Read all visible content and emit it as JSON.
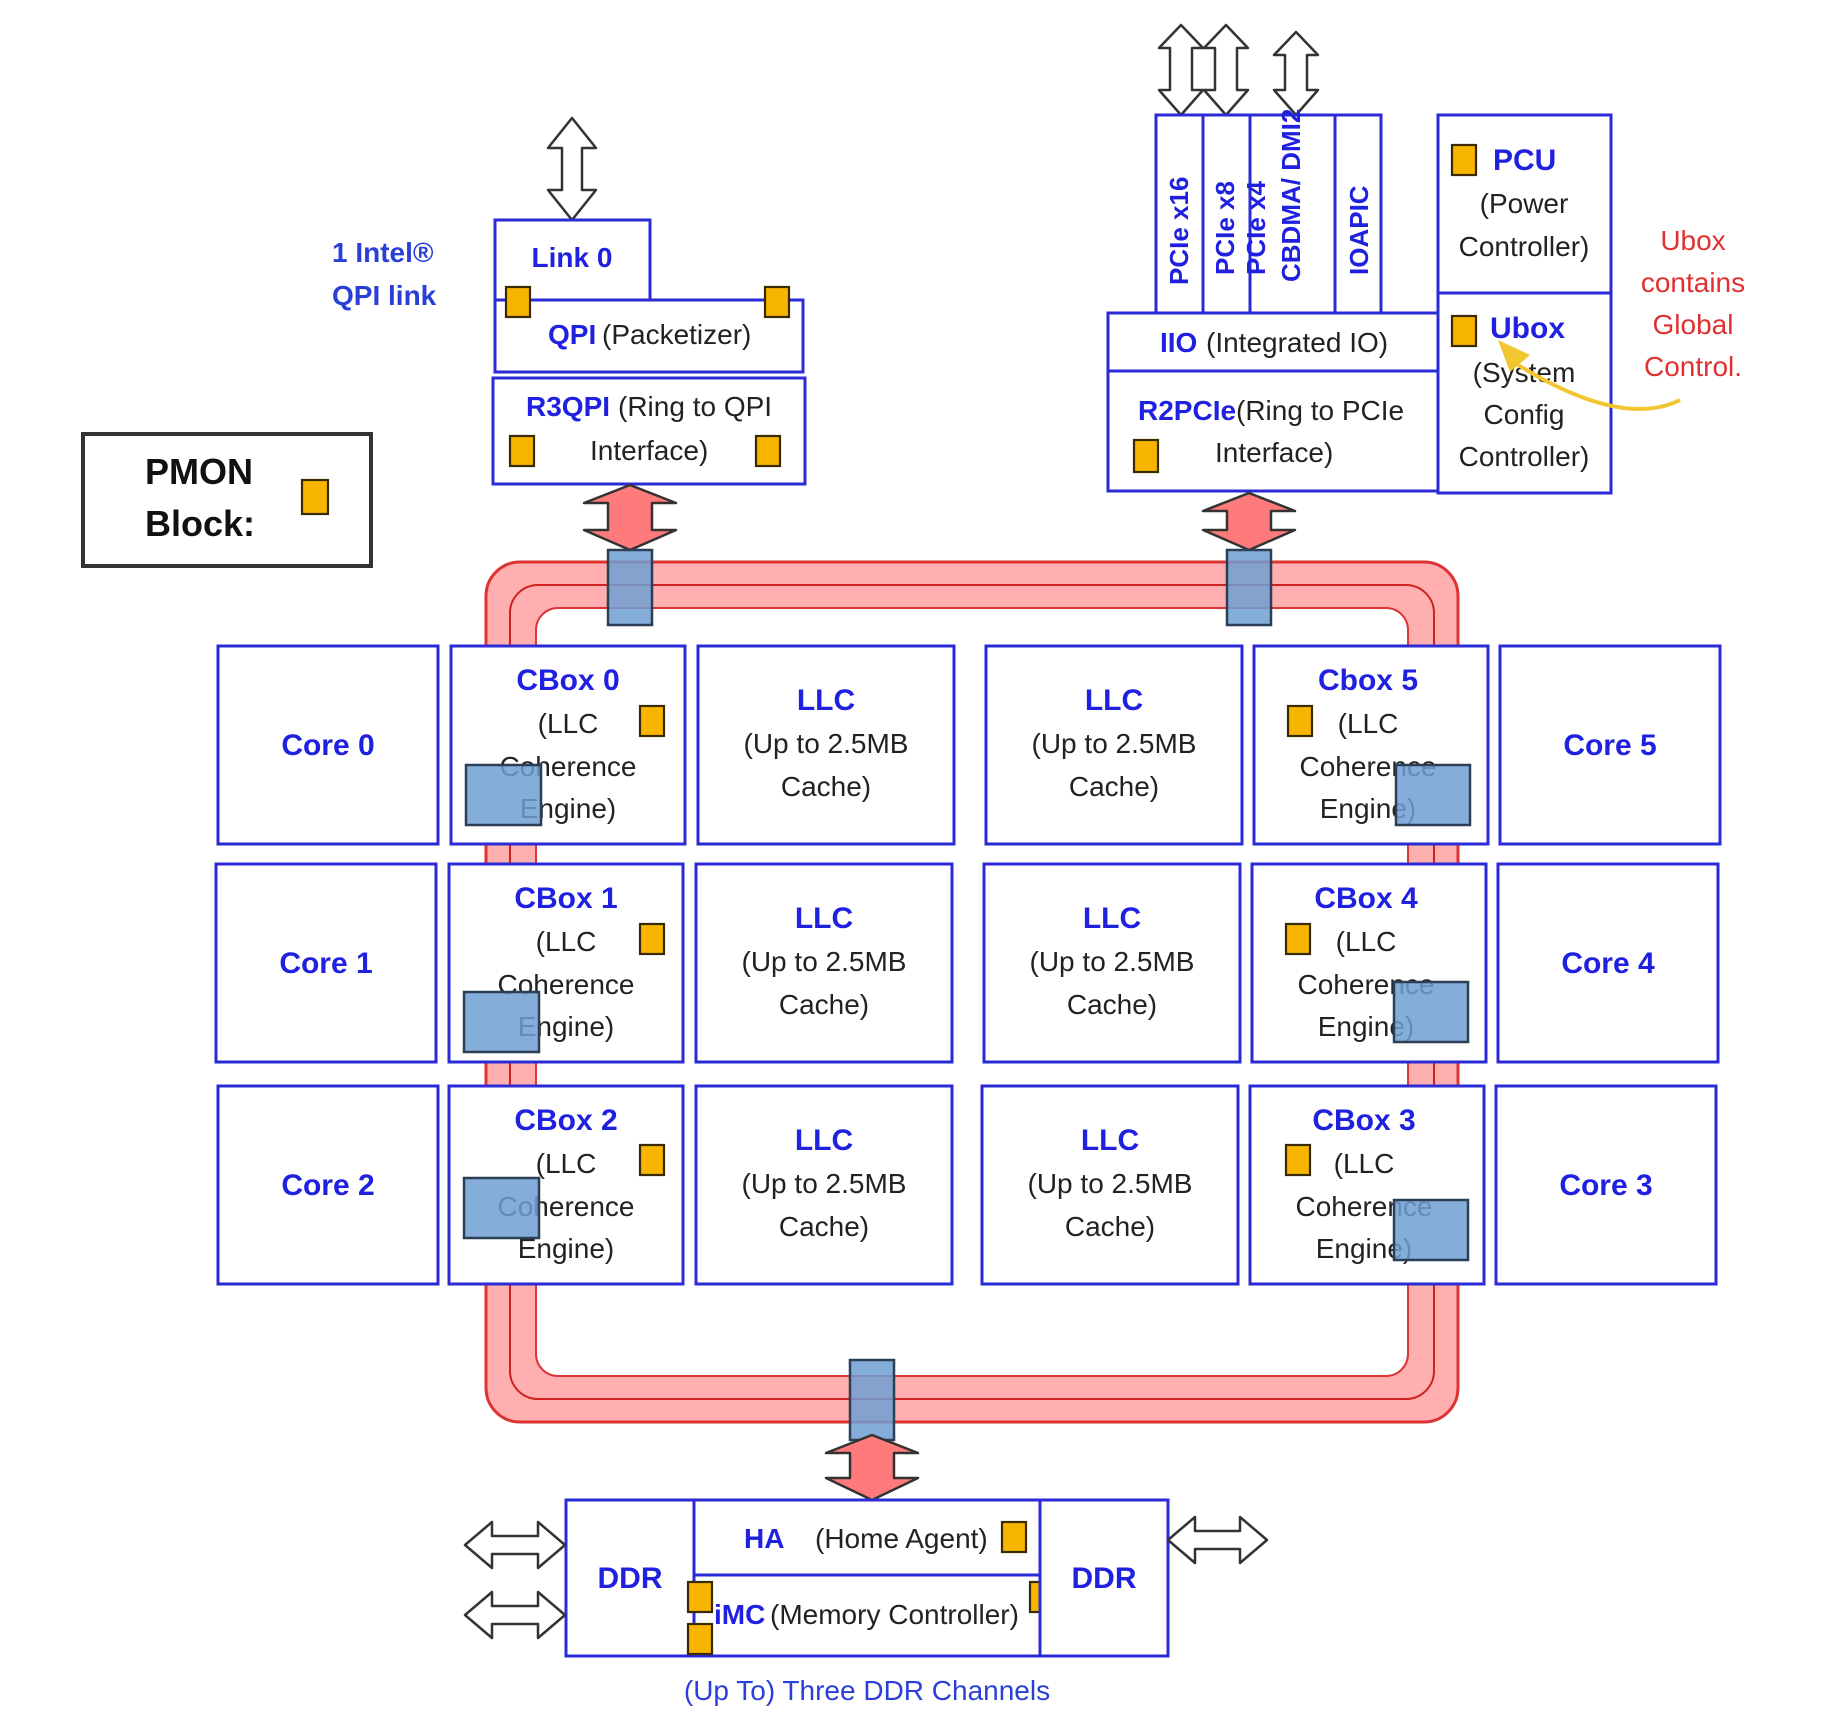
{
  "colors": {
    "block_border": "#2a2ad6",
    "label_blue": "#2020e0",
    "pmon_square": "#f7b500",
    "ring_red": "#ff6b6b",
    "connector_blue": "#6ea0d2",
    "note_red": "#e03030"
  },
  "legend": {
    "line1": "PMON",
    "line2": "Block:"
  },
  "qpi_note": {
    "line1": "1  Intel®",
    "line2": "QPI link"
  },
  "link0": "Link 0",
  "qpi": {
    "name": "QPI",
    "desc": "(Packetizer)"
  },
  "r3qpi": {
    "name": "R3QPI",
    "desc1": "(Ring to QPI",
    "desc2": "Interface)"
  },
  "pcie_ports": [
    "PCIe x16",
    "PCIe x8",
    "PCIe x4",
    "CBDMA/ DMI2",
    "IOAPIC"
  ],
  "iio": {
    "name": "IIO",
    "desc": "(Integrated IO)"
  },
  "r2pcie": {
    "name": "R2PCIe",
    "desc1": "(Ring to PCIe",
    "desc2": "Interface)"
  },
  "pcu": {
    "name": "PCU",
    "desc1": "(Power",
    "desc2": "Controller)"
  },
  "ubox": {
    "name": "Ubox",
    "desc1": "(System",
    "desc2": "Config",
    "desc3": "Controller)"
  },
  "ubox_note": {
    "line1": "Ubox",
    "line2": "contains",
    "line3": "Global",
    "line4": "Control."
  },
  "cores": [
    "Core 0",
    "Core 1",
    "Core 2",
    "Core 5",
    "Core 4",
    "Core 3"
  ],
  "cboxes": [
    "CBox 0",
    "CBox 1",
    "CBox 2",
    "Cbox 5",
    "CBox 4",
    "CBox 3"
  ],
  "cbox_desc": {
    "line1": "(LLC",
    "line2": "Coherence",
    "line3": "Engine)"
  },
  "llc": {
    "name": "LLC",
    "line1": "(Up to 2.5MB",
    "line2": "Cache)"
  },
  "ddr_left": "DDR",
  "ddr_right": "DDR",
  "ha": {
    "name": "HA",
    "desc": "(Home Agent)"
  },
  "imc": {
    "name": "iMC",
    "desc": "(Memory Controller)"
  },
  "ddr_note": "(Up To) Three DDR Channels"
}
